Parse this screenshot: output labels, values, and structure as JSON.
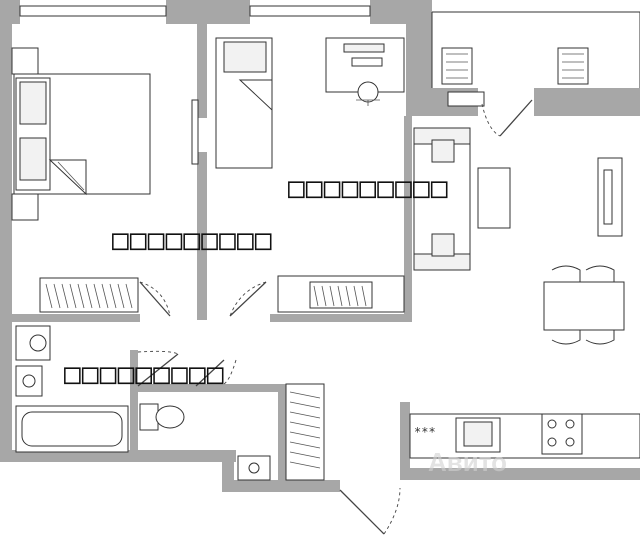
{
  "rooms": [
    {
      "key": "room-1",
      "label": "□□□□□□□□□"
    },
    {
      "key": "room-2",
      "label": "□□□□□□□□□"
    },
    {
      "key": "room-3",
      "label": "□□□□□□□□□"
    }
  ],
  "watermark": "Авито",
  "colors": {
    "wall": "#a7a7a7",
    "line": "#333333",
    "background": "#ffffff"
  }
}
